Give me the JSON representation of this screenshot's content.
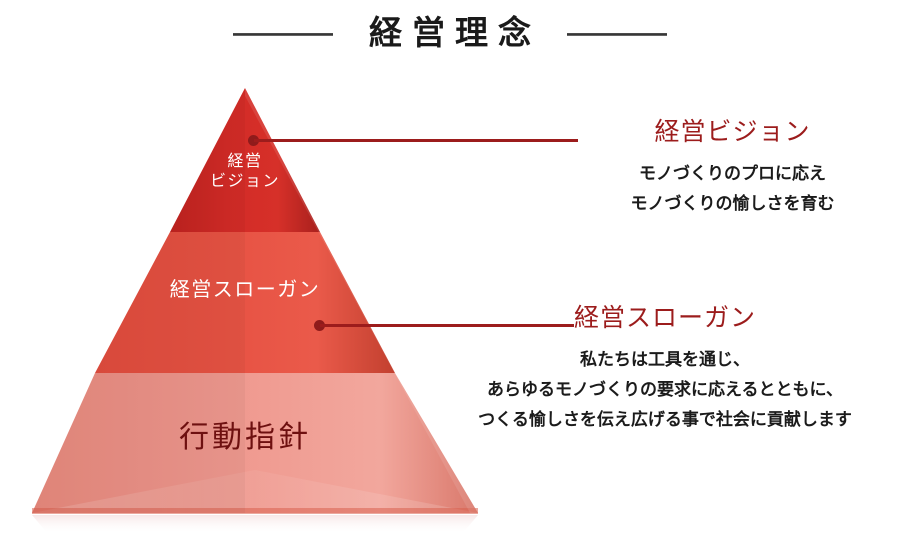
{
  "page": {
    "title": "経営理念"
  },
  "pyramid": {
    "tiers": [
      {
        "id": "vision",
        "label_line1": "経営",
        "label_line2": "ビジョン",
        "color": "#d32b27"
      },
      {
        "id": "slogan",
        "label": "経営スローガン",
        "color": "#e75243"
      },
      {
        "id": "action",
        "label": "行動指針",
        "color": "#ef998f"
      }
    ]
  },
  "annotations": [
    {
      "id": "vision",
      "heading": "経営ビジョン",
      "lines": [
        "モノづくりのプロに応え",
        "モノづくりの愉しさを育む"
      ]
    },
    {
      "id": "slogan",
      "heading": "経営スローガン",
      "lines": [
        "私たちは工具を通じ、",
        "あらゆるモノづくりの要求に応えるとともに、",
        "つくる愉しさを伝え広げる事で社会に貢献します"
      ]
    }
  ],
  "colors": {
    "accent_dark_red": "#9c1c1c",
    "tier_top": "#d32b27",
    "tier_middle": "#e75243",
    "tier_bottom": "#ef998f",
    "action_text": "#6e1010",
    "title_text": "#1a1a1a"
  }
}
